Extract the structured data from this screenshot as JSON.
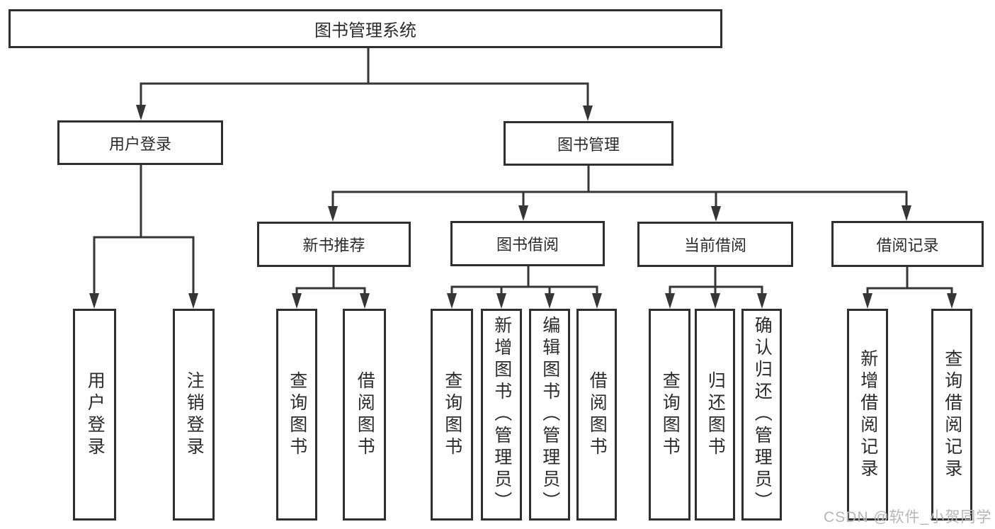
{
  "diagram": {
    "title": "图书管理系统",
    "colors": {
      "line": "#363636",
      "border": "#2f2f2f",
      "text": "#2b2b2b",
      "watermark": "#b6b6b6"
    },
    "tree": {
      "root": {
        "label": "图书管理系统",
        "children": [
          {
            "label": "用户登录",
            "children": [
              {
                "label": "用户登录"
              },
              {
                "label": "注销登录"
              }
            ]
          },
          {
            "label": "图书管理",
            "children": [
              {
                "label": "新书推荐",
                "children": [
                  {
                    "label": "查询图书"
                  },
                  {
                    "label": "借阅图书"
                  }
                ]
              },
              {
                "label": "图书借阅",
                "children": [
                  {
                    "label": "查询图书"
                  },
                  {
                    "label": "新增图书（管理员）"
                  },
                  {
                    "label": "编辑图书（管理员）"
                  },
                  {
                    "label": "借阅图书"
                  }
                ]
              },
              {
                "label": "当前借阅",
                "children": [
                  {
                    "label": "查询图书"
                  },
                  {
                    "label": "归还图书"
                  },
                  {
                    "label": "确认归还（管理员）"
                  }
                ]
              },
              {
                "label": "借阅记录",
                "children": [
                  {
                    "label": "新增借阅记录"
                  },
                  {
                    "label": "查询借阅记录"
                  }
                ]
              }
            ]
          }
        ]
      }
    }
  },
  "watermark": {
    "text": "CSDN @软件_小贺同学"
  }
}
